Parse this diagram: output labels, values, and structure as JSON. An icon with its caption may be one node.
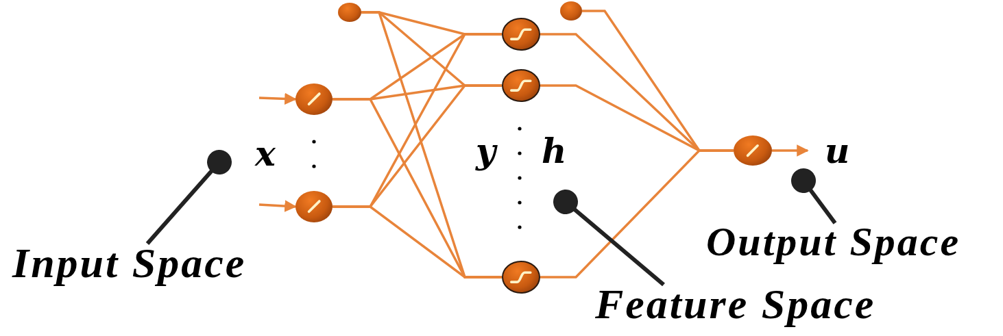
{
  "diagram": {
    "nodes": [
      {
        "text": [],
        "shape": "circle"
      },
      {
        "text": [],
        "shape": "circle"
      },
      {
        "text": [],
        "shape": "circle"
      },
      {
        "text": [],
        "shape": "circle"
      },
      {
        "text": [],
        "shape": "circle"
      },
      {
        "text": [],
        "shape": "circle"
      },
      {
        "text": [],
        "shape": "circle"
      },
      {
        "text": [],
        "shape": "circle"
      },
      {
        "text": [
          "Input Space"
        ]
      },
      {
        "text": [
          "Feature Space"
        ]
      },
      {
        "text": [
          "Output Space"
        ]
      }
    ],
    "edges": [
      {
        "from": null,
        "to": 1,
        "arrow": "to"
      },
      {
        "from": null,
        "to": 2,
        "arrow": "to"
      },
      {
        "from": 0,
        "to": 3,
        "arrow": "none"
      },
      {
        "from": 0,
        "to": 4,
        "arrow": "none"
      },
      {
        "from": 0,
        "to": 5,
        "arrow": "none"
      },
      {
        "from": 1,
        "to": 3,
        "arrow": "none"
      },
      {
        "from": 1,
        "to": 4,
        "arrow": "none"
      },
      {
        "from": 1,
        "to": 5,
        "arrow": "none"
      },
      {
        "from": 2,
        "to": 3,
        "arrow": "none"
      },
      {
        "from": 2,
        "to": 4,
        "arrow": "none"
      },
      {
        "from": 2,
        "to": 5,
        "arrow": "none"
      },
      {
        "from": 3,
        "to": 7,
        "arrow": "none"
      },
      {
        "from": 4,
        "to": 7,
        "arrow": "none"
      },
      {
        "from": 5,
        "to": 7,
        "arrow": "none"
      },
      {
        "from": 6,
        "to": 7,
        "arrow": "none"
      },
      {
        "from": 7,
        "to": null,
        "arrow": "to"
      },
      {
        "from": 8,
        "to": null,
        "arrow": "other",
        "color": "#222222"
      },
      {
        "from": 9,
        "to": null,
        "arrow": "other",
        "color": "#222222"
      },
      {
        "from": 10,
        "to": null,
        "arrow": "other",
        "color": "#222222"
      }
    ],
    "labels": [
      "x",
      "y",
      "h",
      "u"
    ]
  }
}
